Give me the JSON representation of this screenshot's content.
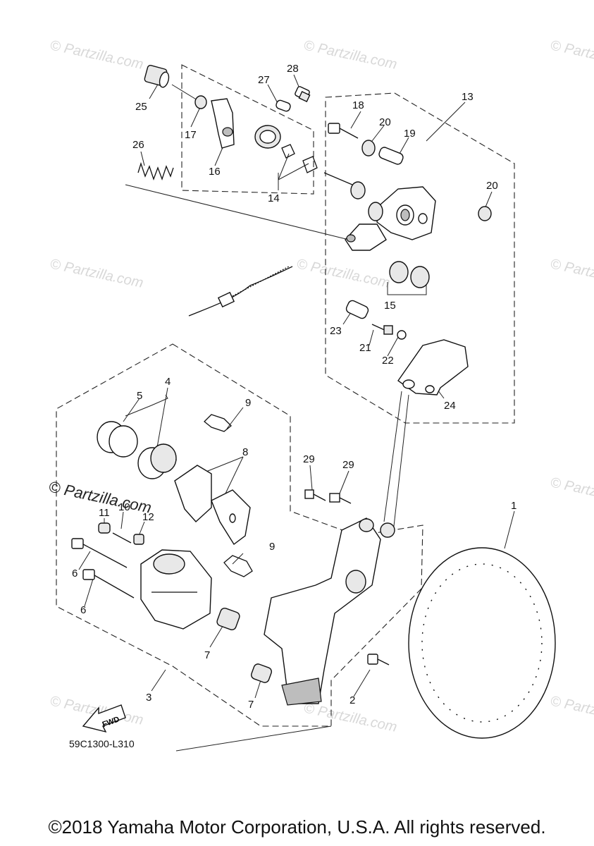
{
  "watermark": {
    "text": "Partzilla.com",
    "symbol": "©",
    "prominent": "© Partzilla.com"
  },
  "diagram_code": "59C1300-L310",
  "fwd_label": "FWD",
  "copyright": "©2018 Yamaha Motor Corporation, U.S.A. All rights reserved.",
  "callouts": {
    "c1": "1",
    "c2": "2",
    "c3": "3",
    "c4": "4",
    "c5": "5",
    "c6a": "6",
    "c6b": "6",
    "c7a": "7",
    "c7b": "7",
    "c8": "8",
    "c9a": "9",
    "c9b": "9",
    "c10": "10",
    "c11": "11",
    "c12": "12",
    "c13": "13",
    "c14": "14",
    "c15": "15",
    "c16": "16",
    "c17": "17",
    "c18": "18",
    "c19": "19",
    "c20a": "20",
    "c20b": "20",
    "c21": "21",
    "c22": "22",
    "c23": "23",
    "c24": "24",
    "c25": "25",
    "c26": "26",
    "c27": "27",
    "c28": "28",
    "c29a": "29",
    "c29b": "29"
  }
}
